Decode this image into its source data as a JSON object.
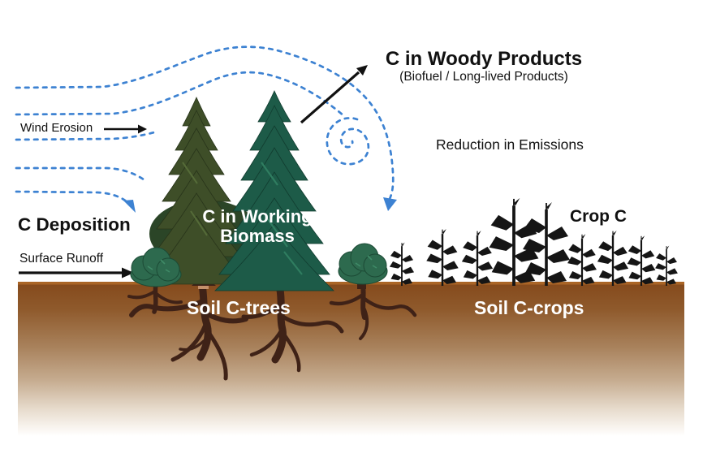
{
  "labels": {
    "wind_erosion": "Wind Erosion",
    "woody_products_title": "C in Woody Products",
    "woody_products_subtitle": "(Biofuel / Long-lived Products)",
    "reduction_in_emissions": "Reduction in Emissions",
    "c_deposition": "C Deposition",
    "surface_runoff": "Surface Runoff",
    "working_biomass_line1": "C in Working",
    "working_biomass_line2": "Biomass",
    "crop_c": "Crop C",
    "soil_c_trees": "Soil C-trees",
    "soil_c_crops": "Soil C-crops"
  },
  "colors": {
    "wind_arrow_blue": "#3d82d2",
    "soil_brown_top": "#84491b",
    "soil_fade_bottom": "#ffffff",
    "root_brown": "#3f2217",
    "conifer_olive": "#3e4e28",
    "conifer_teal": "#1d5b48",
    "bush_green": "#2d6a4e",
    "deciduous_green": "#2b4527",
    "trunk_tan": "#c4906b",
    "corn_black": "#151515",
    "text_black": "#111111",
    "text_white": "#ffffff"
  }
}
